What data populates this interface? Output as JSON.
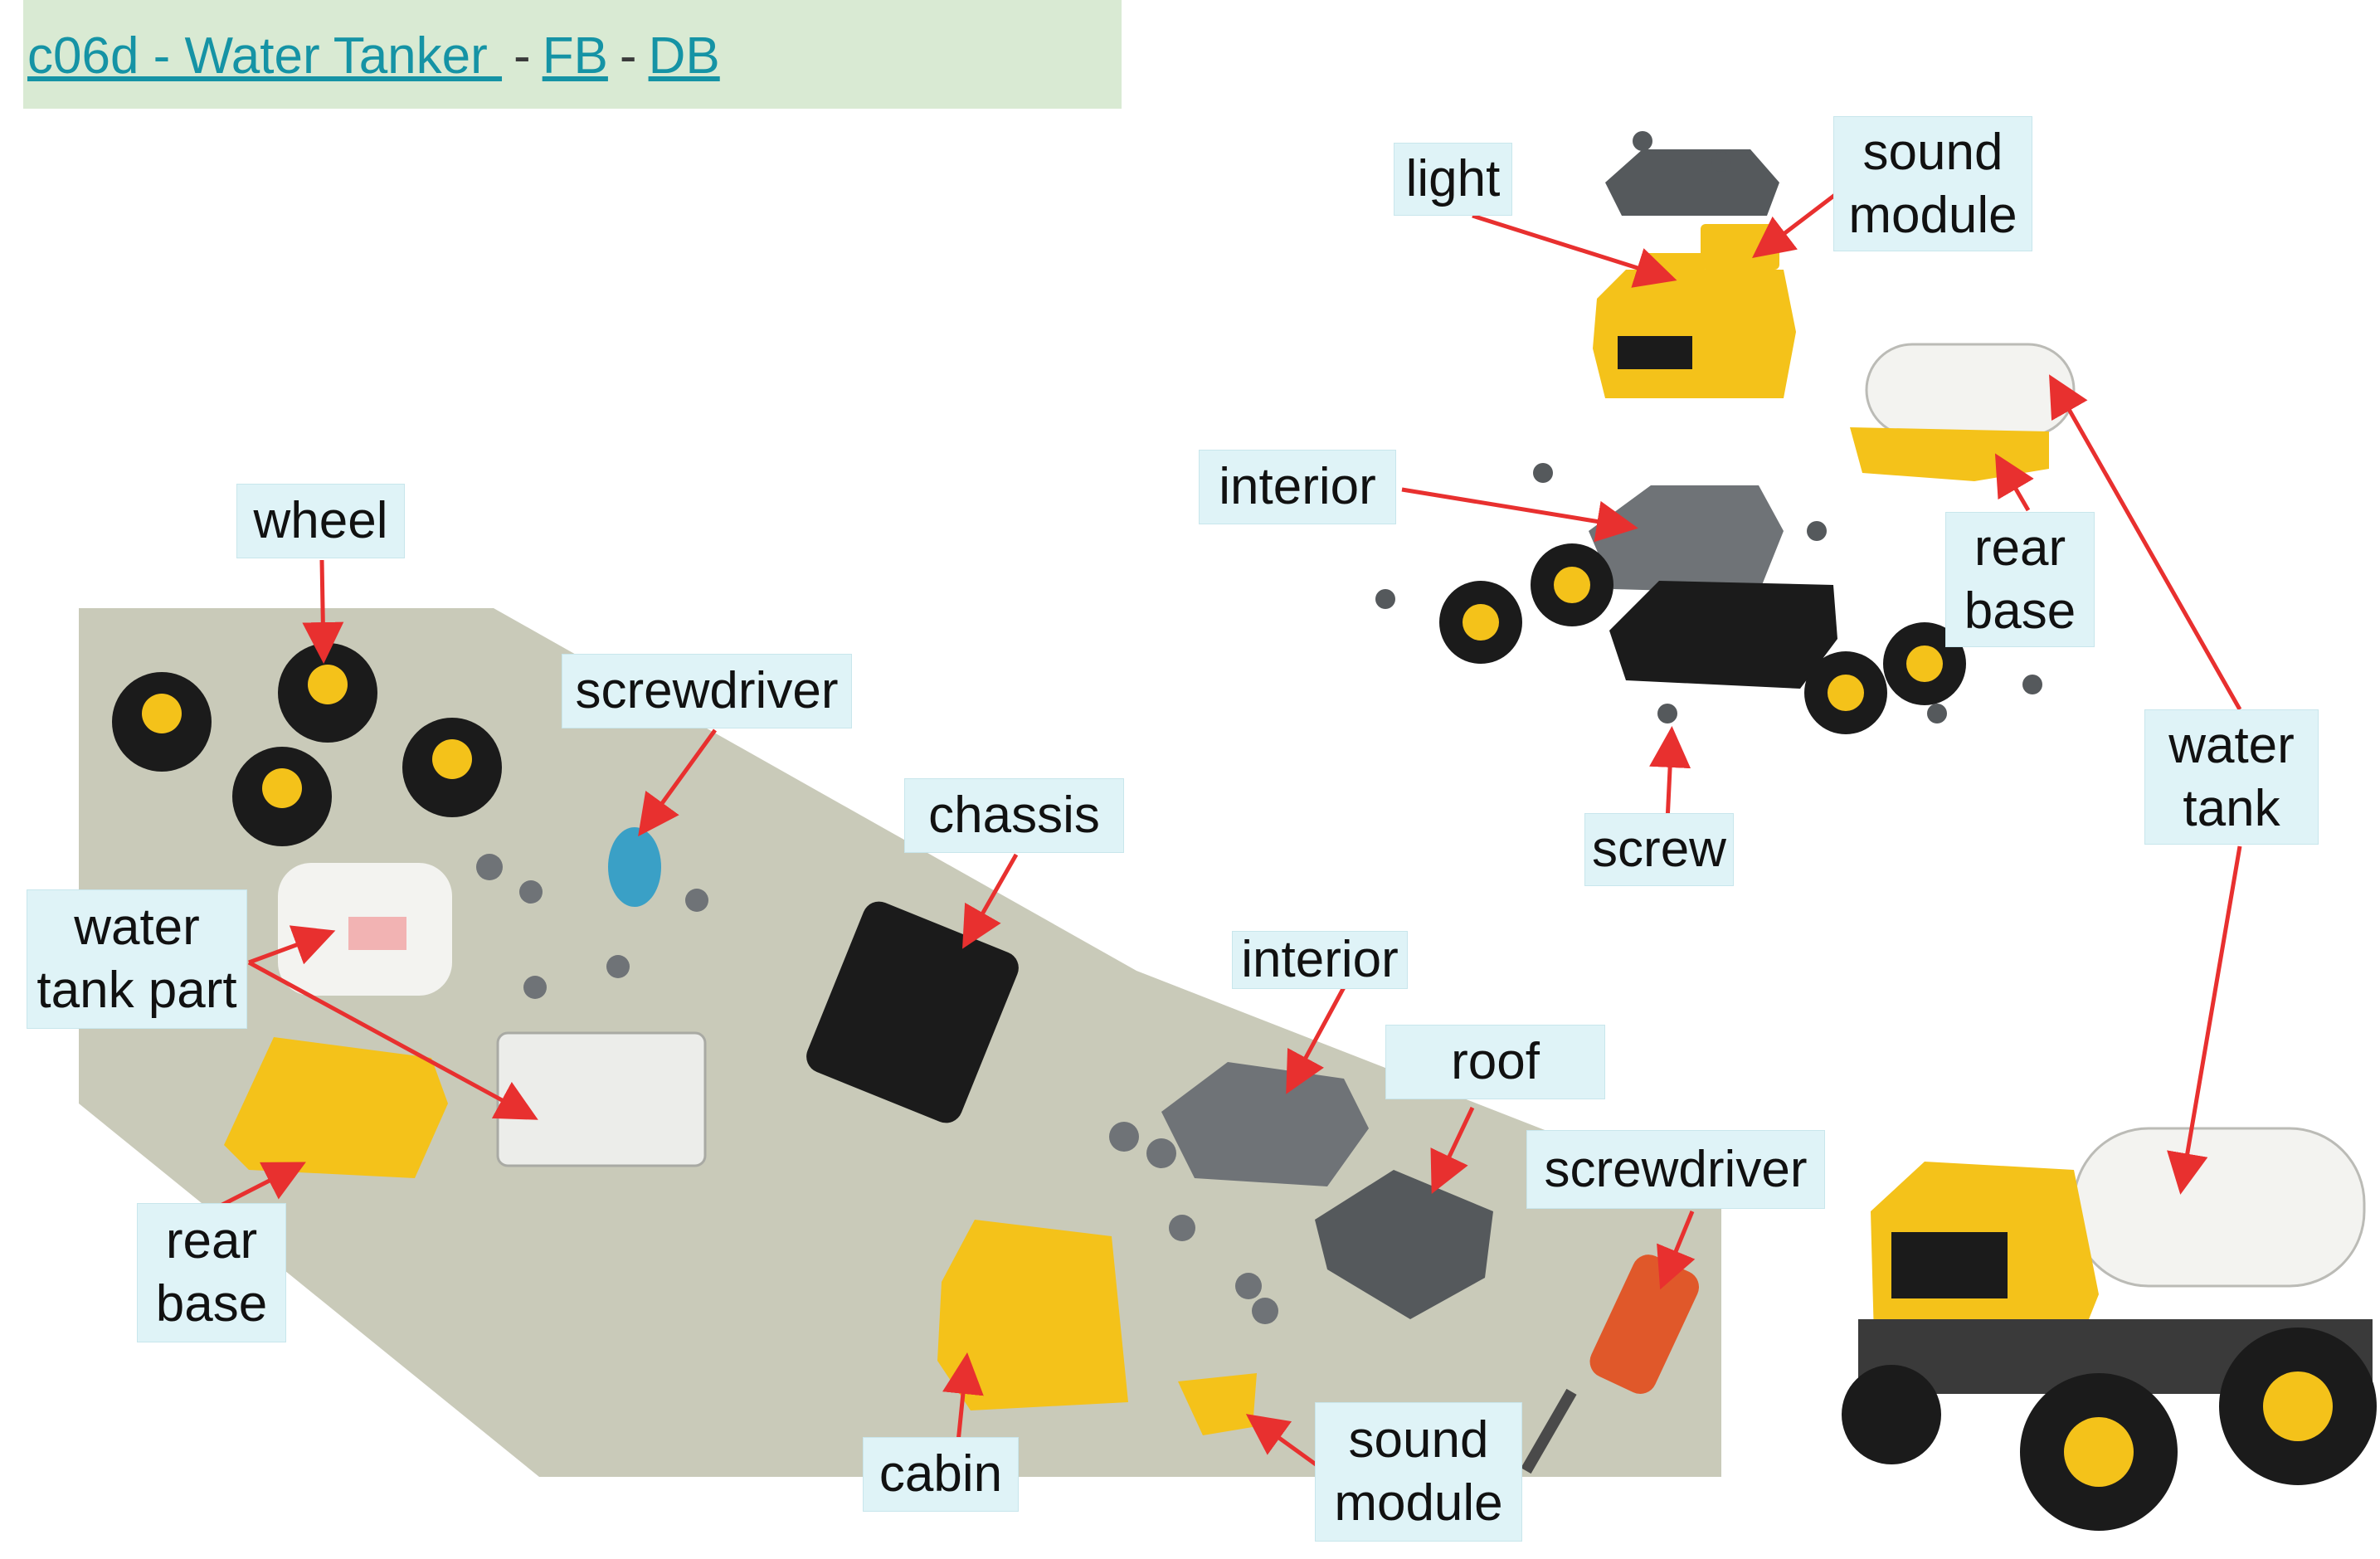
{
  "header": {
    "title_link": "c06d - Water Tanker ",
    "sep": "-",
    "fb_link": "FB",
    "db_link": "DB"
  },
  "labels": {
    "wheel": "wheel",
    "screwdriver_top": "screwdriver",
    "chassis": "chassis",
    "water_tank_part": "water\ntank part",
    "interior_bottom": "interior",
    "roof": "roof",
    "screwdriver_bottom": "screwdriver",
    "rear_base_left": "rear\nbase",
    "cabin": "cabin",
    "sound_module_bottom": "sound\nmodule",
    "light": "light",
    "sound_module_top": "sound\nmodule",
    "interior_top": "interior",
    "rear_base_right": "rear\nbase",
    "screw": "screw",
    "water_tank": "water\ntank"
  },
  "colors": {
    "header_bg": "#d9ead3",
    "link": "#1593a5",
    "label_bg": "#dff3f7",
    "arrow": "#e8302f",
    "part_yellow": "#f4c21a",
    "part_black": "#1b1b1b",
    "part_gray": "#6f7377",
    "part_white": "#f3f3f0",
    "part_orange": "#e0582a",
    "part_blue": "#3aa0c6",
    "photo_bg": "#c9cab9"
  }
}
